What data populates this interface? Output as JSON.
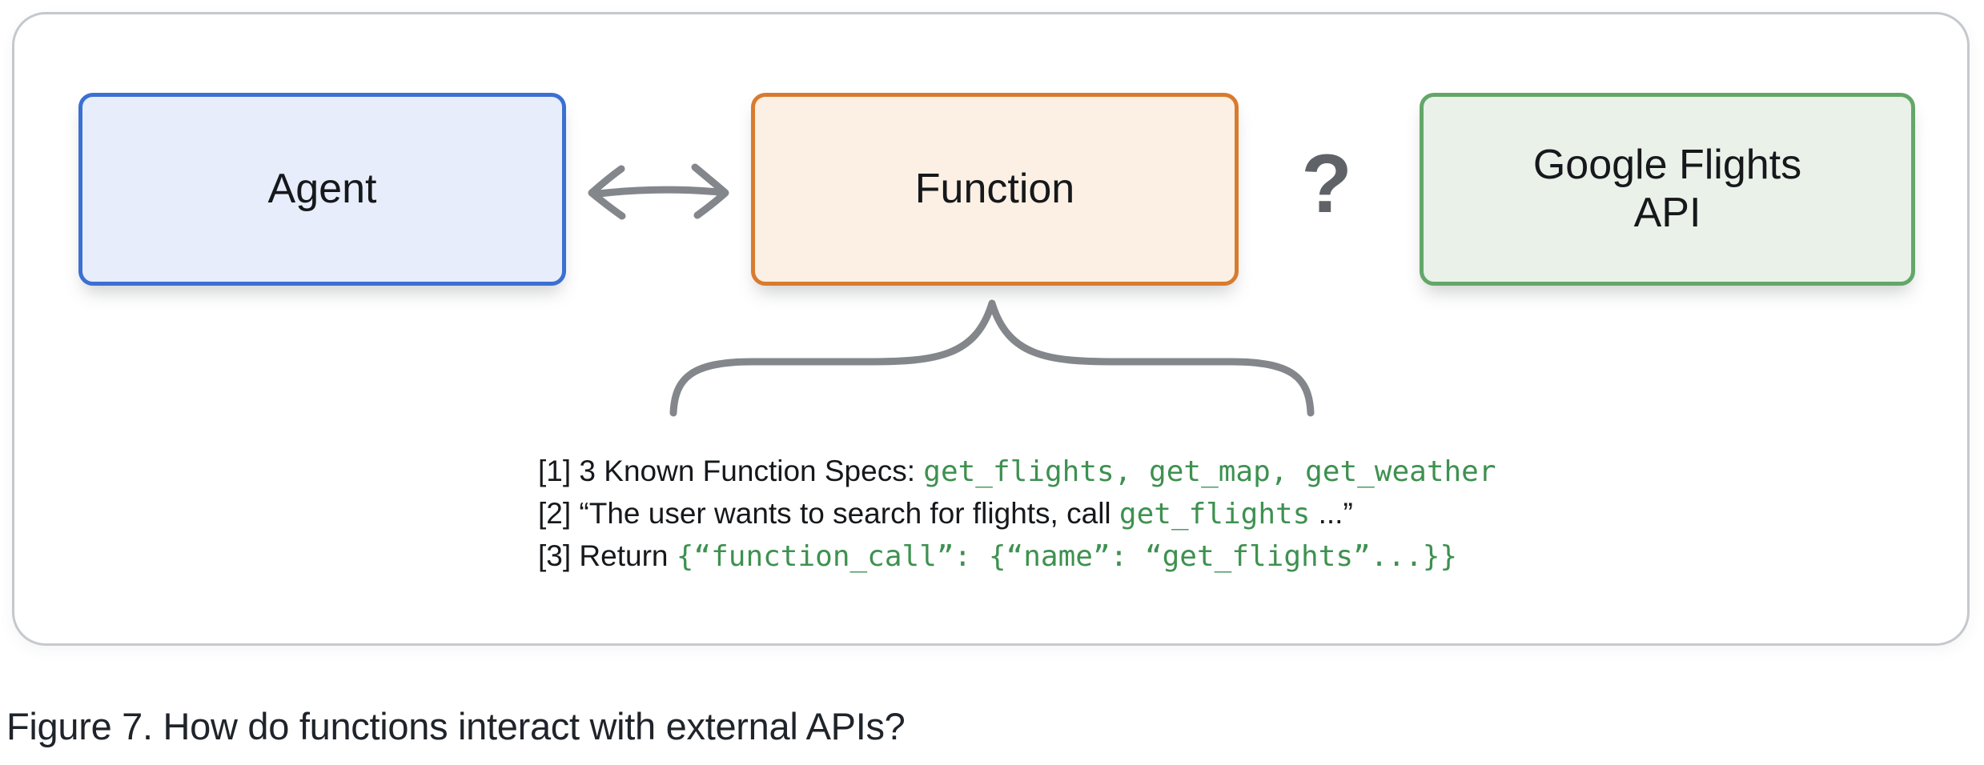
{
  "figure": {
    "caption": "Figure 7. How do functions interact with external APIs?"
  },
  "diagram": {
    "nodes": {
      "agent": {
        "label": "Agent"
      },
      "function": {
        "label": "Function"
      },
      "api": {
        "line1": "Google Flights",
        "line2": "API"
      }
    },
    "question_mark": "?",
    "connectors": {
      "agent_function": "bidirectional-arrow",
      "function_annotations": "curly-brace"
    },
    "annotations": [
      {
        "prefix": "[1] 3 Known Function Specs: ",
        "code": "get_flights, get_map, get_weather",
        "suffix": ""
      },
      {
        "prefix": "[2] “The user wants to search for flights, call ",
        "code": "get_flights",
        "suffix": " ...”"
      },
      {
        "prefix": "[3] Return ",
        "code": "{“function_call”: {“name”: “get_flights”...}}",
        "suffix": ""
      }
    ]
  },
  "colors": {
    "panel-border": "#c5c8cc",
    "agent-border": "#3c6fd2",
    "agent-fill": "#e7edfa",
    "function-border": "#d97b2f",
    "function-fill": "#fbf0e3",
    "api-border": "#63a768",
    "api-fill": "#e9f1e9",
    "connector-gray": "#83878b",
    "qmark-gray": "#5f6368",
    "code-green": "#3e9150",
    "text-dark": "#16181b",
    "caption-dark": "#1f242a"
  }
}
